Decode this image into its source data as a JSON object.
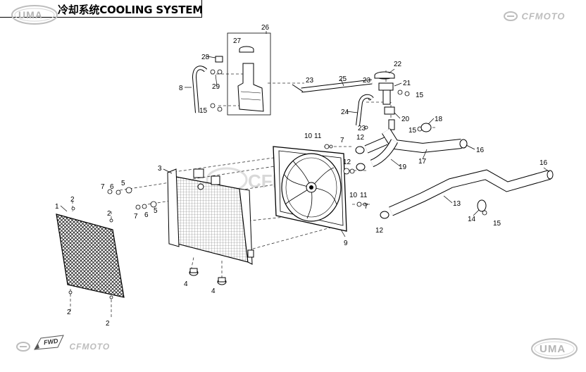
{
  "header": {
    "title": "冷却系统COOLING SYSTEM"
  },
  "logos": {
    "top_left": "UMA",
    "top_right": "CFMOTO",
    "center_watermark": "CFMOTO",
    "bottom_left": "CFMOTO",
    "bottom_left_badge": "FWD",
    "bottom_right": "UMA"
  },
  "callouts": [
    {
      "id": "c1",
      "label": "1"
    },
    {
      "id": "c2a",
      "label": "2"
    },
    {
      "id": "c2b",
      "label": "2"
    },
    {
      "id": "c2c",
      "label": "2"
    },
    {
      "id": "c2d",
      "label": "2"
    },
    {
      "id": "c3",
      "label": "3"
    },
    {
      "id": "c4a",
      "label": "4"
    },
    {
      "id": "c4b",
      "label": "4"
    },
    {
      "id": "c5a",
      "label": "5"
    },
    {
      "id": "c5b",
      "label": "5"
    },
    {
      "id": "c6a",
      "label": "6"
    },
    {
      "id": "c6b",
      "label": "6"
    },
    {
      "id": "c7a",
      "label": "7"
    },
    {
      "id": "c7b",
      "label": "7"
    },
    {
      "id": "c7c",
      "label": "7"
    },
    {
      "id": "c7d",
      "label": "7"
    },
    {
      "id": "c8",
      "label": "8"
    },
    {
      "id": "c9",
      "label": "9"
    },
    {
      "id": "c10a",
      "label": "10"
    },
    {
      "id": "c10b",
      "label": "10"
    },
    {
      "id": "c11a",
      "label": "11"
    },
    {
      "id": "c11b",
      "label": "11"
    },
    {
      "id": "c12a",
      "label": "12"
    },
    {
      "id": "c12b",
      "label": "12"
    },
    {
      "id": "c12c",
      "label": "12"
    },
    {
      "id": "c13",
      "label": "13"
    },
    {
      "id": "c14",
      "label": "14"
    },
    {
      "id": "c15a",
      "label": "15"
    },
    {
      "id": "c15b",
      "label": "15"
    },
    {
      "id": "c15c",
      "label": "15"
    },
    {
      "id": "c15d",
      "label": "15"
    },
    {
      "id": "c16a",
      "label": "16"
    },
    {
      "id": "c16b",
      "label": "16"
    },
    {
      "id": "c17",
      "label": "17"
    },
    {
      "id": "c18",
      "label": "18"
    },
    {
      "id": "c19",
      "label": "19"
    },
    {
      "id": "c20",
      "label": "20"
    },
    {
      "id": "c21",
      "label": "21"
    },
    {
      "id": "c22",
      "label": "22"
    },
    {
      "id": "c23a",
      "label": "23"
    },
    {
      "id": "c23b",
      "label": "23"
    },
    {
      "id": "c23c",
      "label": "23"
    },
    {
      "id": "c24",
      "label": "24"
    },
    {
      "id": "c25",
      "label": "25"
    },
    {
      "id": "c26",
      "label": "26"
    },
    {
      "id": "c27",
      "label": "27"
    },
    {
      "id": "c28",
      "label": "28"
    },
    {
      "id": "c29",
      "label": "29"
    }
  ]
}
